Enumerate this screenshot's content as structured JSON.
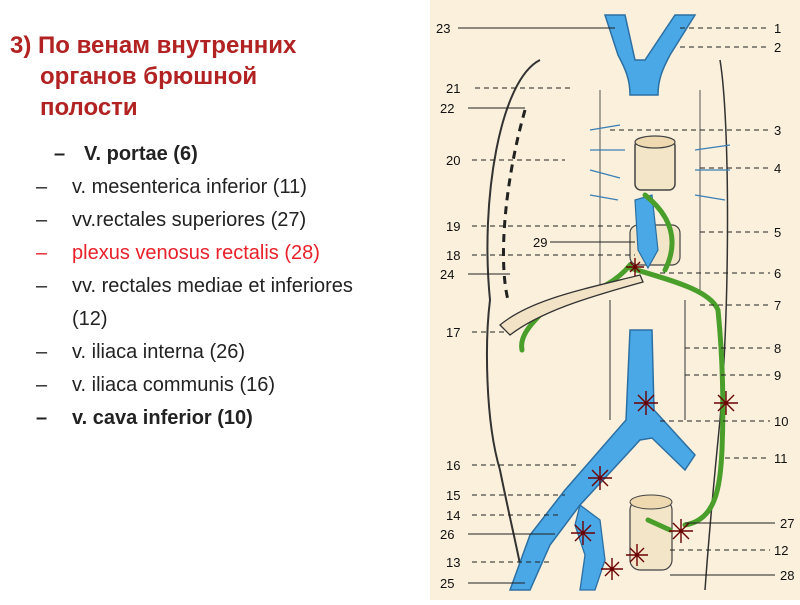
{
  "slide": {
    "heading_number": "3)",
    "heading_line1": "По венам внутренних",
    "heading_line2": "органов брюшной",
    "heading_line3": "полости",
    "items": [
      {
        "dash": "–",
        "text": "V. portae (6)"
      },
      {
        "dash": "–",
        "text": "v. mesenterica inferior (11)"
      },
      {
        "dash": "–",
        "text": "vv.rectales superiores (27)"
      },
      {
        "dash": "–",
        "text": "plexus venosus rectalis (28)"
      },
      {
        "dash": "–",
        "text": "vv. rectales mediae et inferiores",
        "cont": "(12)"
      },
      {
        "dash": "–",
        "text": "v. iliaca interna (26)"
      },
      {
        "dash": "–",
        "text": "v. iliaca communis (16)"
      },
      {
        "dash": "–",
        "text": "v. cava inferior (10)"
      }
    ]
  },
  "diagram": {
    "left_labels": [
      "23",
      "21",
      "22",
      "20",
      "19",
      "18",
      "24",
      "17",
      "16",
      "15",
      "14",
      "26",
      "13",
      "25"
    ],
    "right_labels": [
      "1",
      "2",
      "3",
      "4",
      "5",
      "6",
      "7",
      "8",
      "9",
      "10",
      "11",
      "27",
      "12",
      "28"
    ],
    "center_label": "29",
    "colors": {
      "vein": "#4aa8e6",
      "anastomosis": "#4a9e2a",
      "marker": "#6b0000",
      "background": "#faf0dc"
    }
  }
}
